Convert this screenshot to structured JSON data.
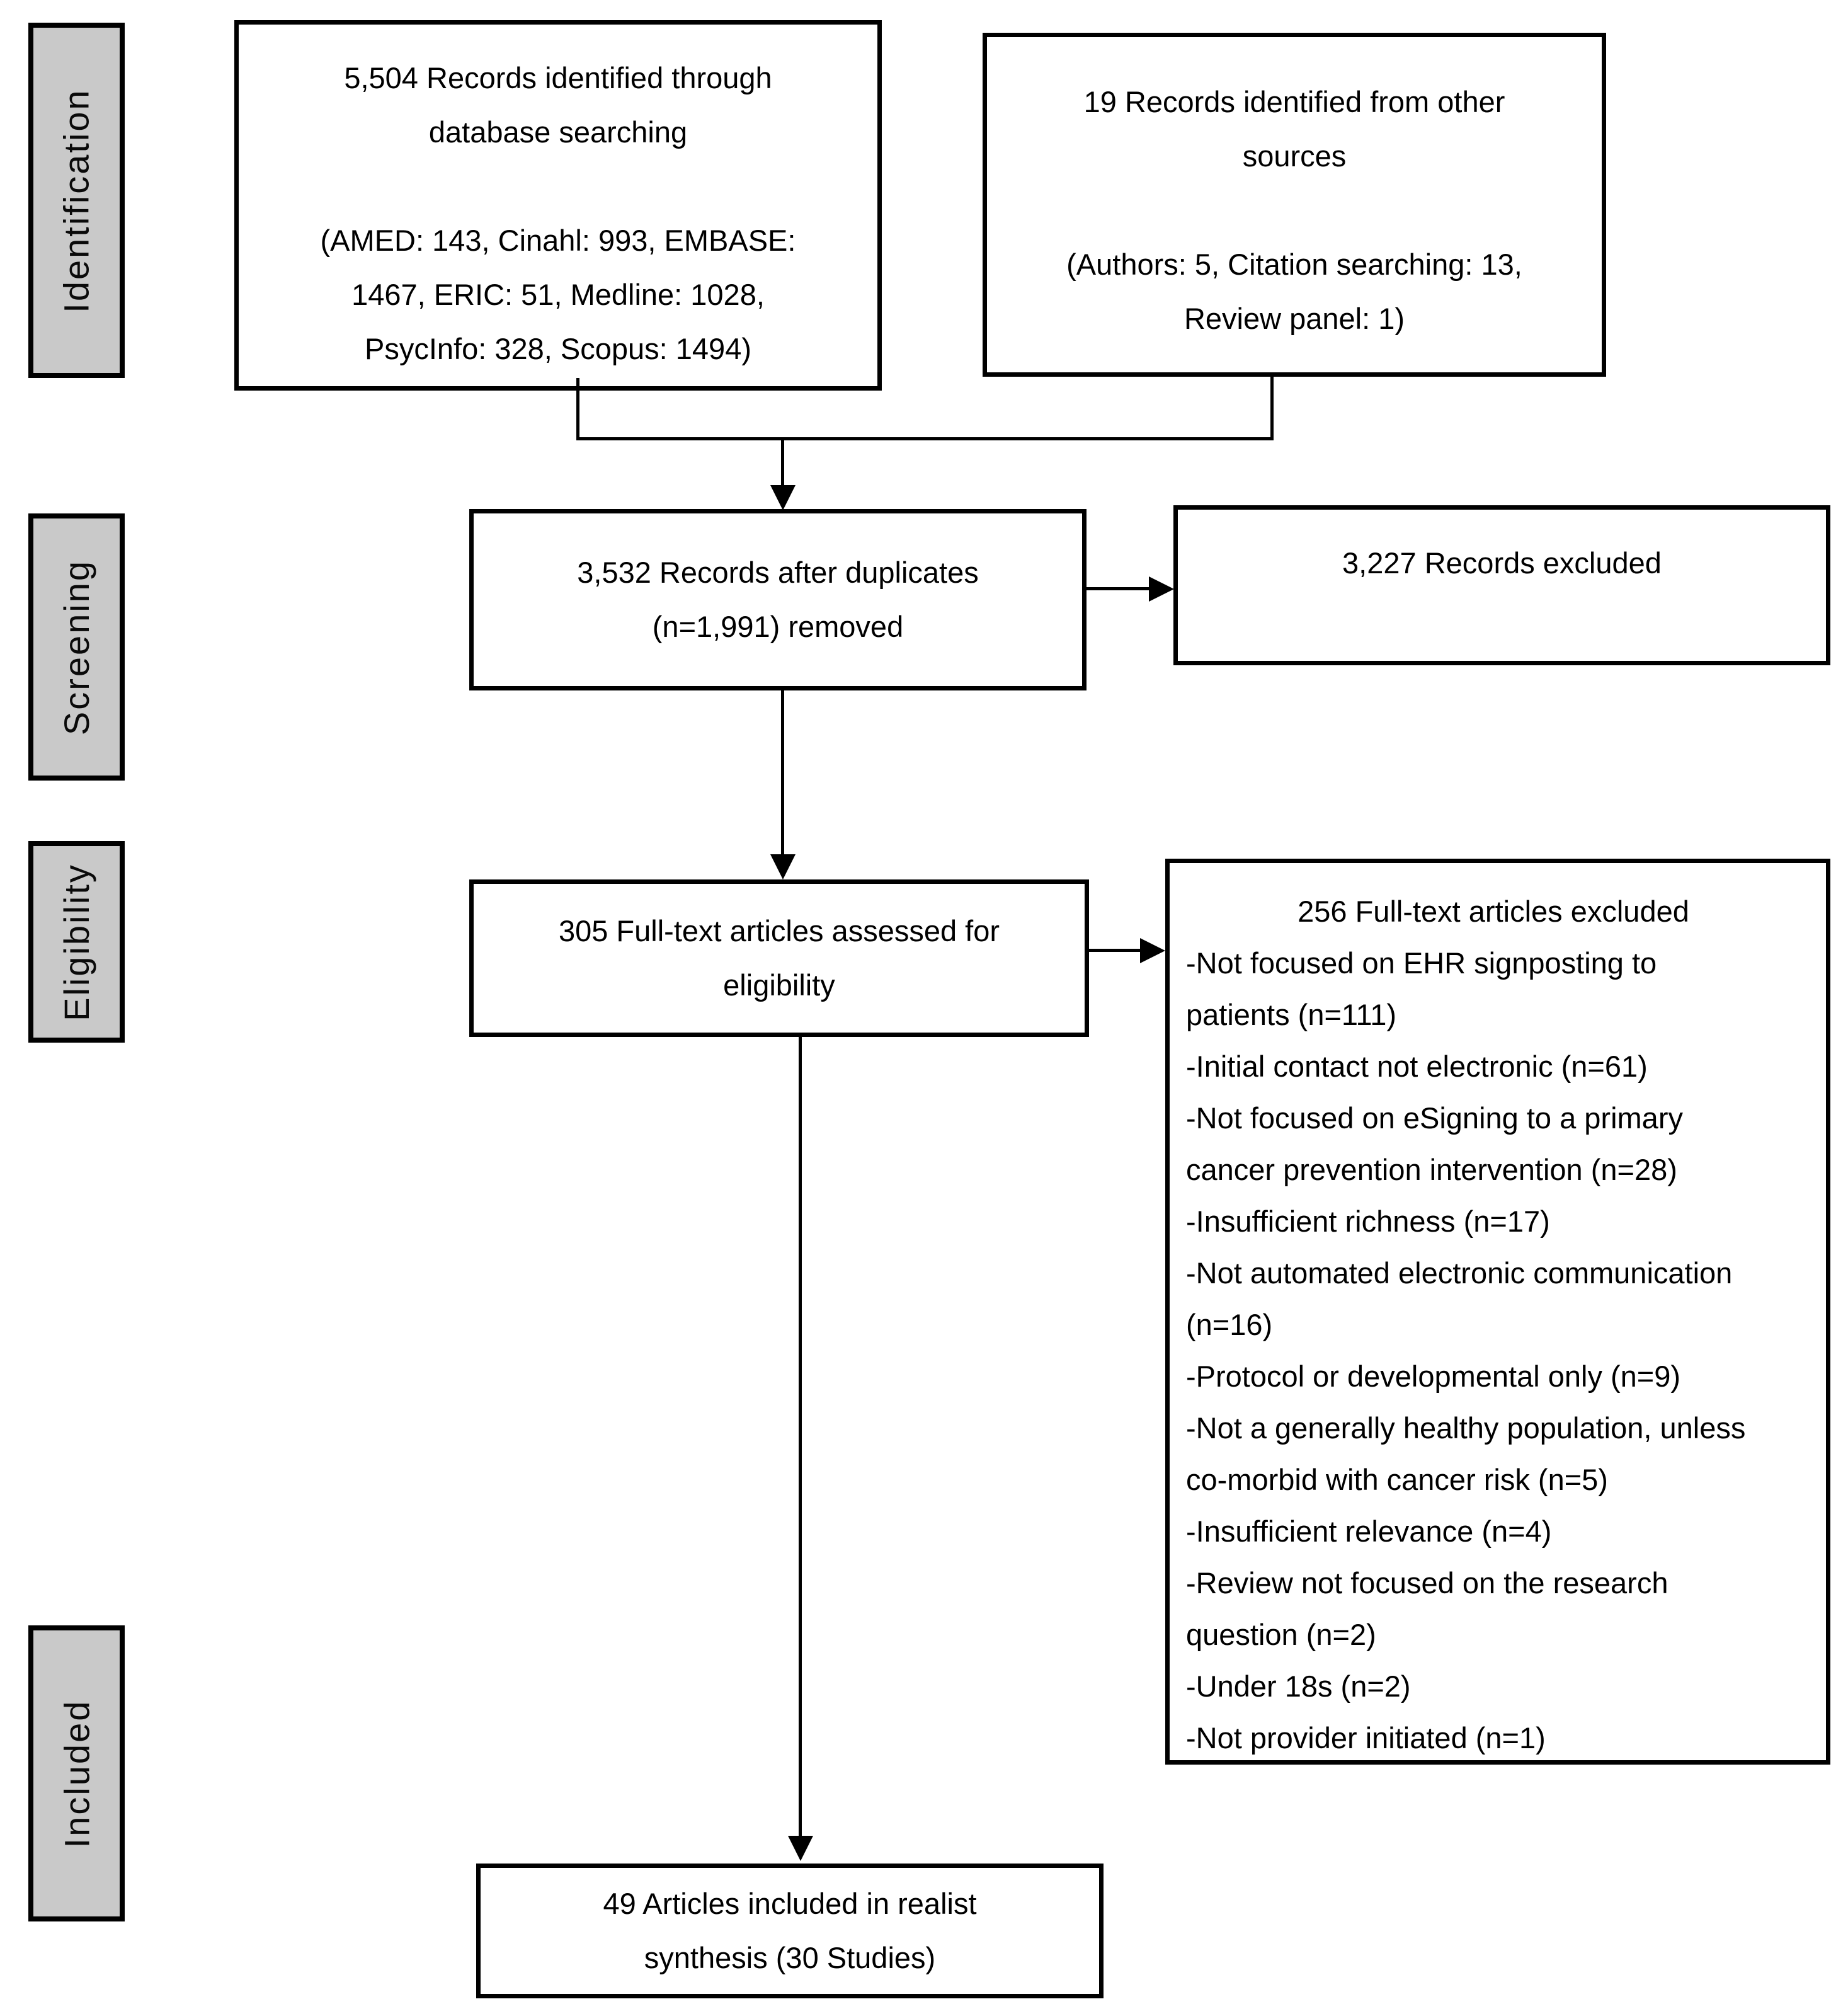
{
  "colors": {
    "background": "#ffffff",
    "stage_fill": "#c9c9c9",
    "border": "#000000",
    "line": "#000000"
  },
  "stages": {
    "identification": "Identification",
    "screening": "Screening",
    "eligibility": "Eligibility",
    "included": "Included"
  },
  "boxes": {
    "identified_db": {
      "title": "5,504 Records identified through database searching",
      "detail": "(AMED: 143, Cinahl: 993, EMBASE: 1467, ERIC: 51, Medline: 1028, PsycInfo: 328, Scopus: 1494)"
    },
    "identified_other": {
      "title": "19 Records identified from other sources",
      "detail": "(Authors: 5, Citation searching: 13, Review panel: 1)"
    },
    "after_duplicates": {
      "text": "3,532 Records after duplicates (n=1,991) removed"
    },
    "records_excluded": {
      "text": "3,227 Records excluded"
    },
    "fulltext_assessed": {
      "text": "305 Full-text articles assessed for eligibility"
    },
    "fulltext_excluded": {
      "title": "256 Full-text articles excluded",
      "reasons": [
        "-Not focused on EHR signposting to patients (n=111)",
        "-Initial contact not electronic (n=61)",
        "-Not focused on eSigning to a primary cancer prevention intervention (n=28)",
        "-Insufficient richness (n=17)",
        "-Not automated electronic communication (n=16)",
        "-Protocol or developmental only (n=9)",
        "-Not a generally healthy population, unless co-morbid with cancer risk (n=5)",
        "-Insufficient relevance (n=4)",
        "-Review not focused on the research question (n=2)",
        "-Under 18s (n=2)",
        "-Not provider initiated (n=1)"
      ]
    },
    "included_articles": {
      "text": "49 Articles included in realist synthesis (30 Studies)"
    }
  }
}
